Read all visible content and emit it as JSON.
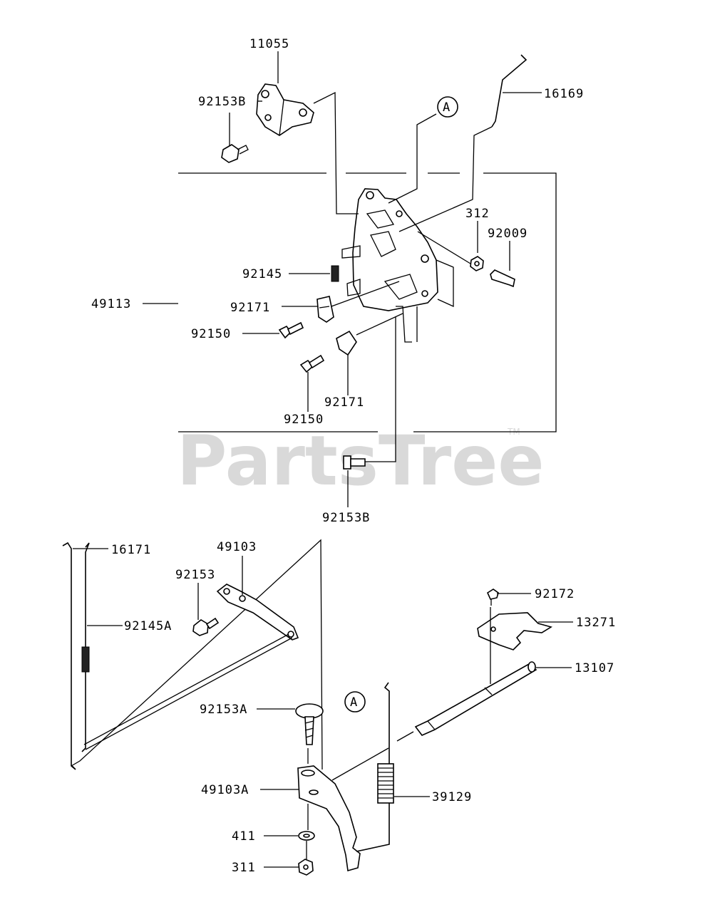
{
  "watermark": {
    "text": "PartsTree",
    "tm": "TM"
  },
  "callouts": {
    "a_top": "A",
    "a_bottom": "A"
  },
  "labels": {
    "p11055": "11055",
    "p92153B_top": "92153B",
    "p16169": "16169",
    "p312": "312",
    "p92009": "92009",
    "p92145": "92145",
    "p49113": "49113",
    "p92171_a": "92171",
    "p92150_a": "92150",
    "p92171_b": "92171",
    "p92150_b": "92150",
    "p92153B_bottom": "92153B",
    "p16171": "16171",
    "p49103": "49103",
    "p92153": "92153",
    "p92145A": "92145A",
    "p92172": "92172",
    "p13271": "13271",
    "p13107": "13107",
    "p92153A": "92153A",
    "p49103A": "49103A",
    "p39129": "39129",
    "p411": "411",
    "p311": "311"
  }
}
